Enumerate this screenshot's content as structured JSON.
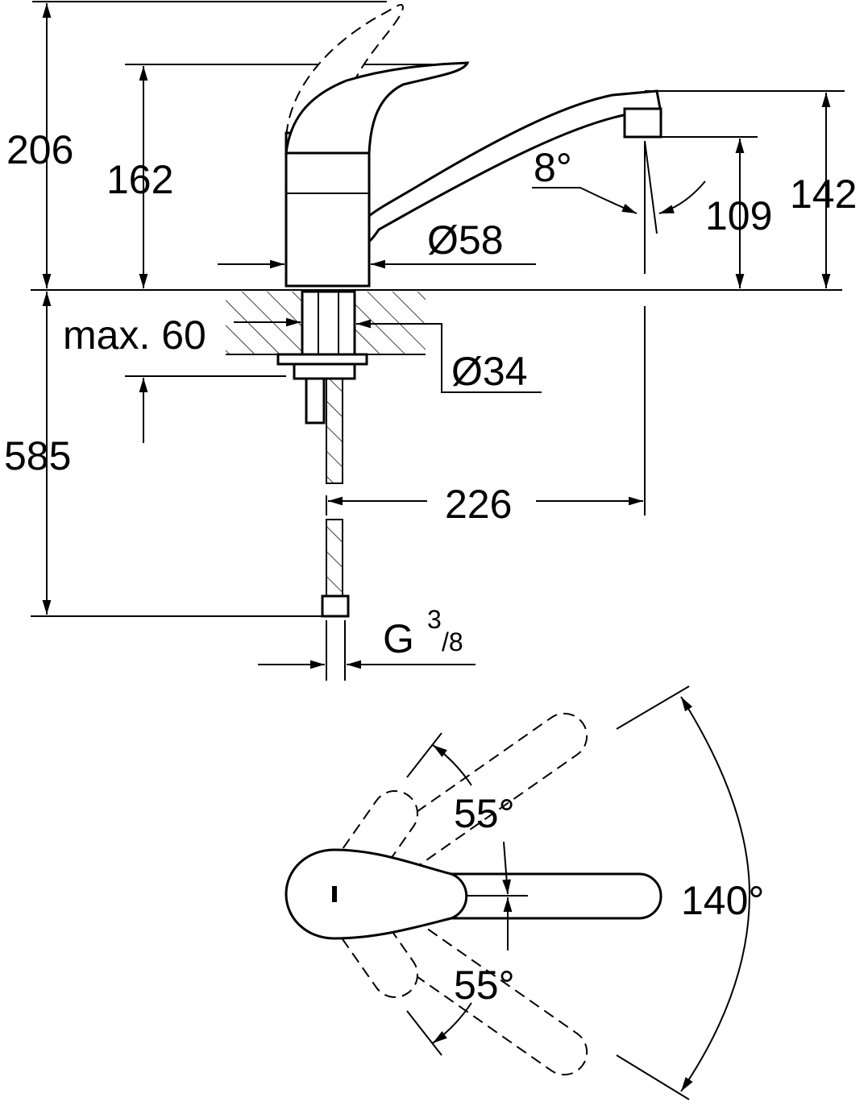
{
  "dimensions": {
    "total_height": "206",
    "body_height": "162",
    "body_diameter": "Ø58",
    "spout_angle": "8°",
    "outlet_height": "109",
    "spout_height": "142",
    "max_counter_thickness": "max. 60",
    "hole_diameter": "Ø34",
    "hose_length": "585",
    "spout_reach": "226",
    "connection_g": "G",
    "connection_num": "3",
    "connection_den": "/8",
    "swivel_angle_top": "55°",
    "swivel_total": "140°",
    "swivel_angle_bottom": "55°"
  }
}
